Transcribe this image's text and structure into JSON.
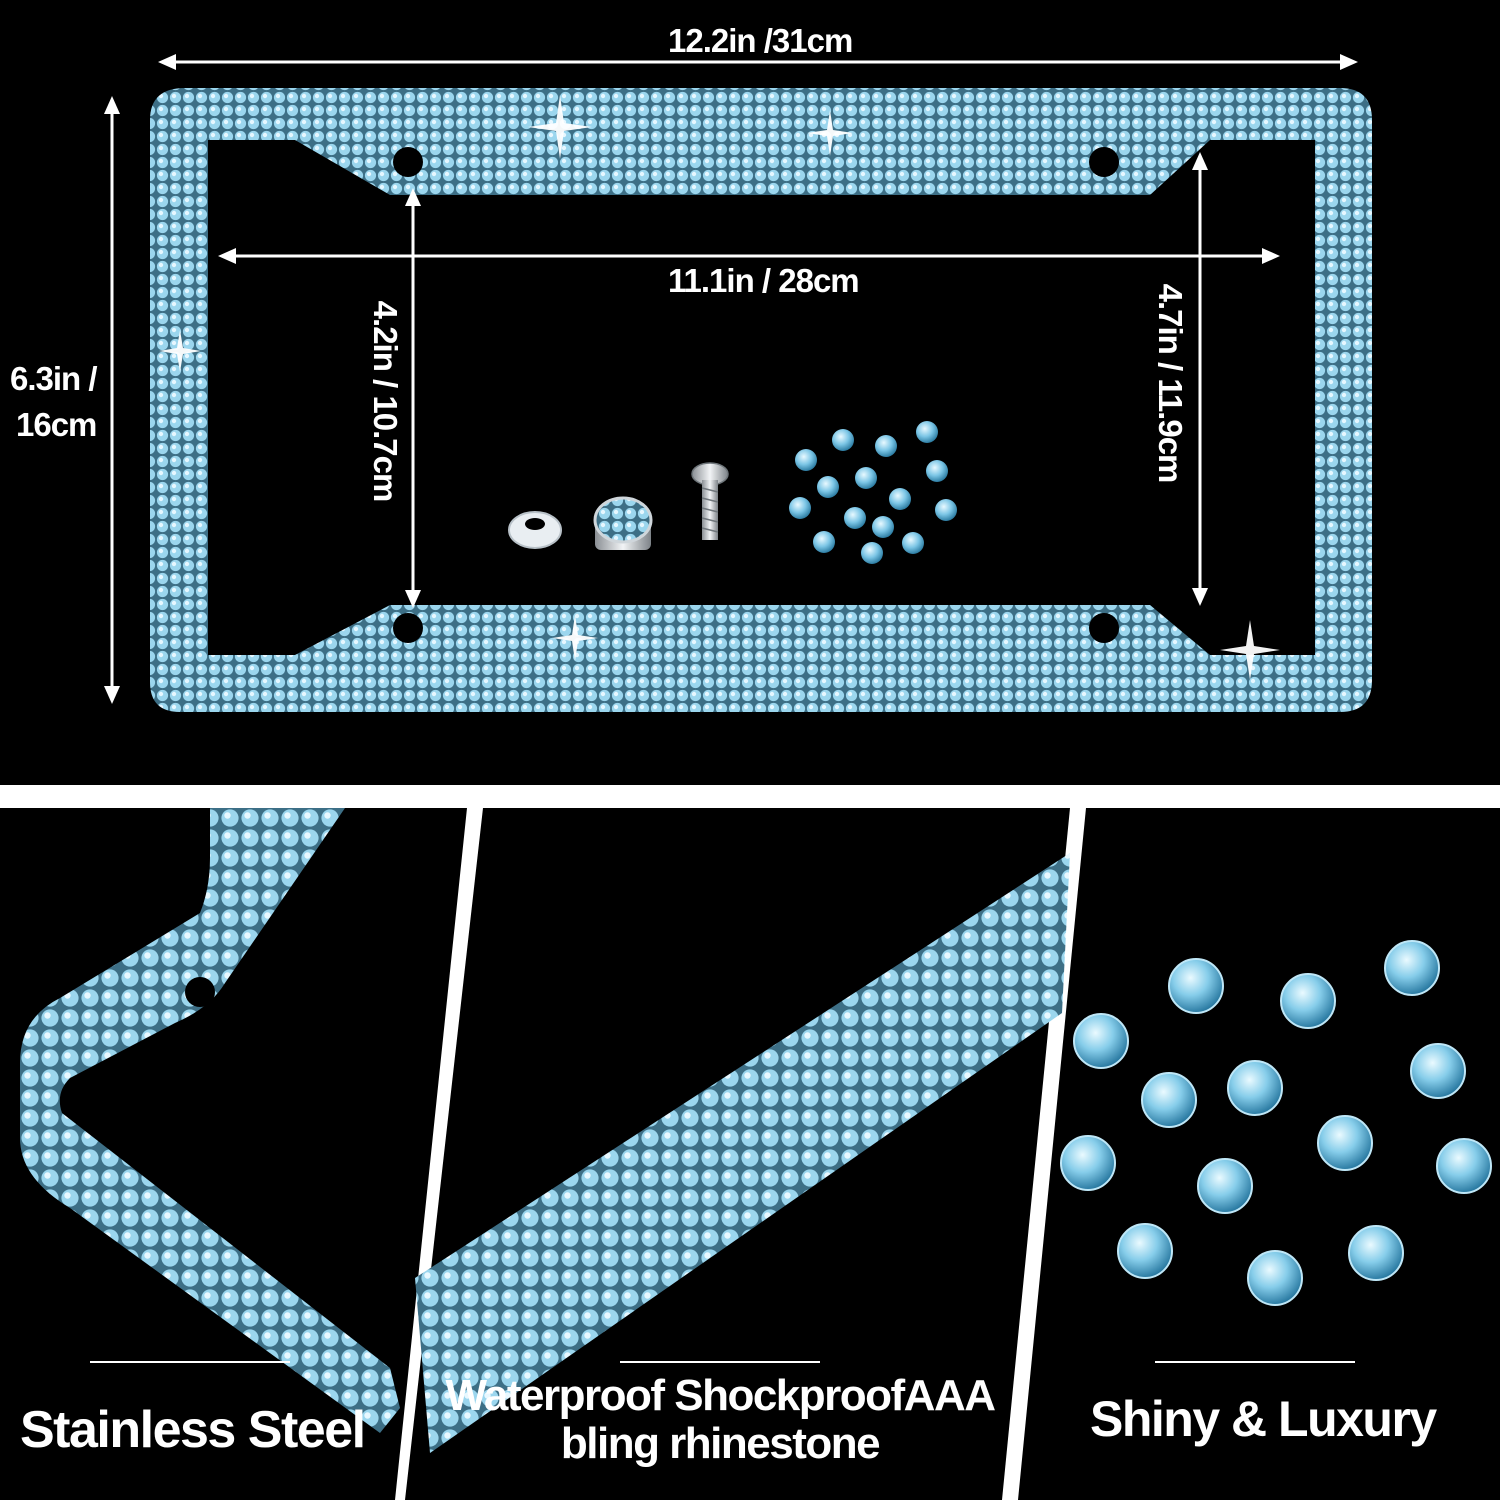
{
  "dimensions": {
    "outer_width": "12.2in /31cm",
    "inner_width": "11.1in / 28cm",
    "outer_height_line1": "6.3in /",
    "outer_height_line2": "16cm",
    "inner_height_left": "4.2in / 10.7cm",
    "inner_height_right": "4.7in / 11.9cm"
  },
  "features": [
    {
      "label": "Stainless Steel"
    },
    {
      "label_line1": "Waterproof ShockproofAAA",
      "label_line2": "bling rhinestone"
    },
    {
      "label": "Shiny & Luxury"
    }
  ],
  "icons": [
    "license-plate-frame-icon",
    "washer-icon",
    "rhinestone-screw-cap-icon",
    "screw-icon",
    "spare-rhinestone-icon"
  ],
  "colors": {
    "rhinestone_blue": "#8fd0ea",
    "background": "#000000",
    "text": "#ffffff"
  }
}
